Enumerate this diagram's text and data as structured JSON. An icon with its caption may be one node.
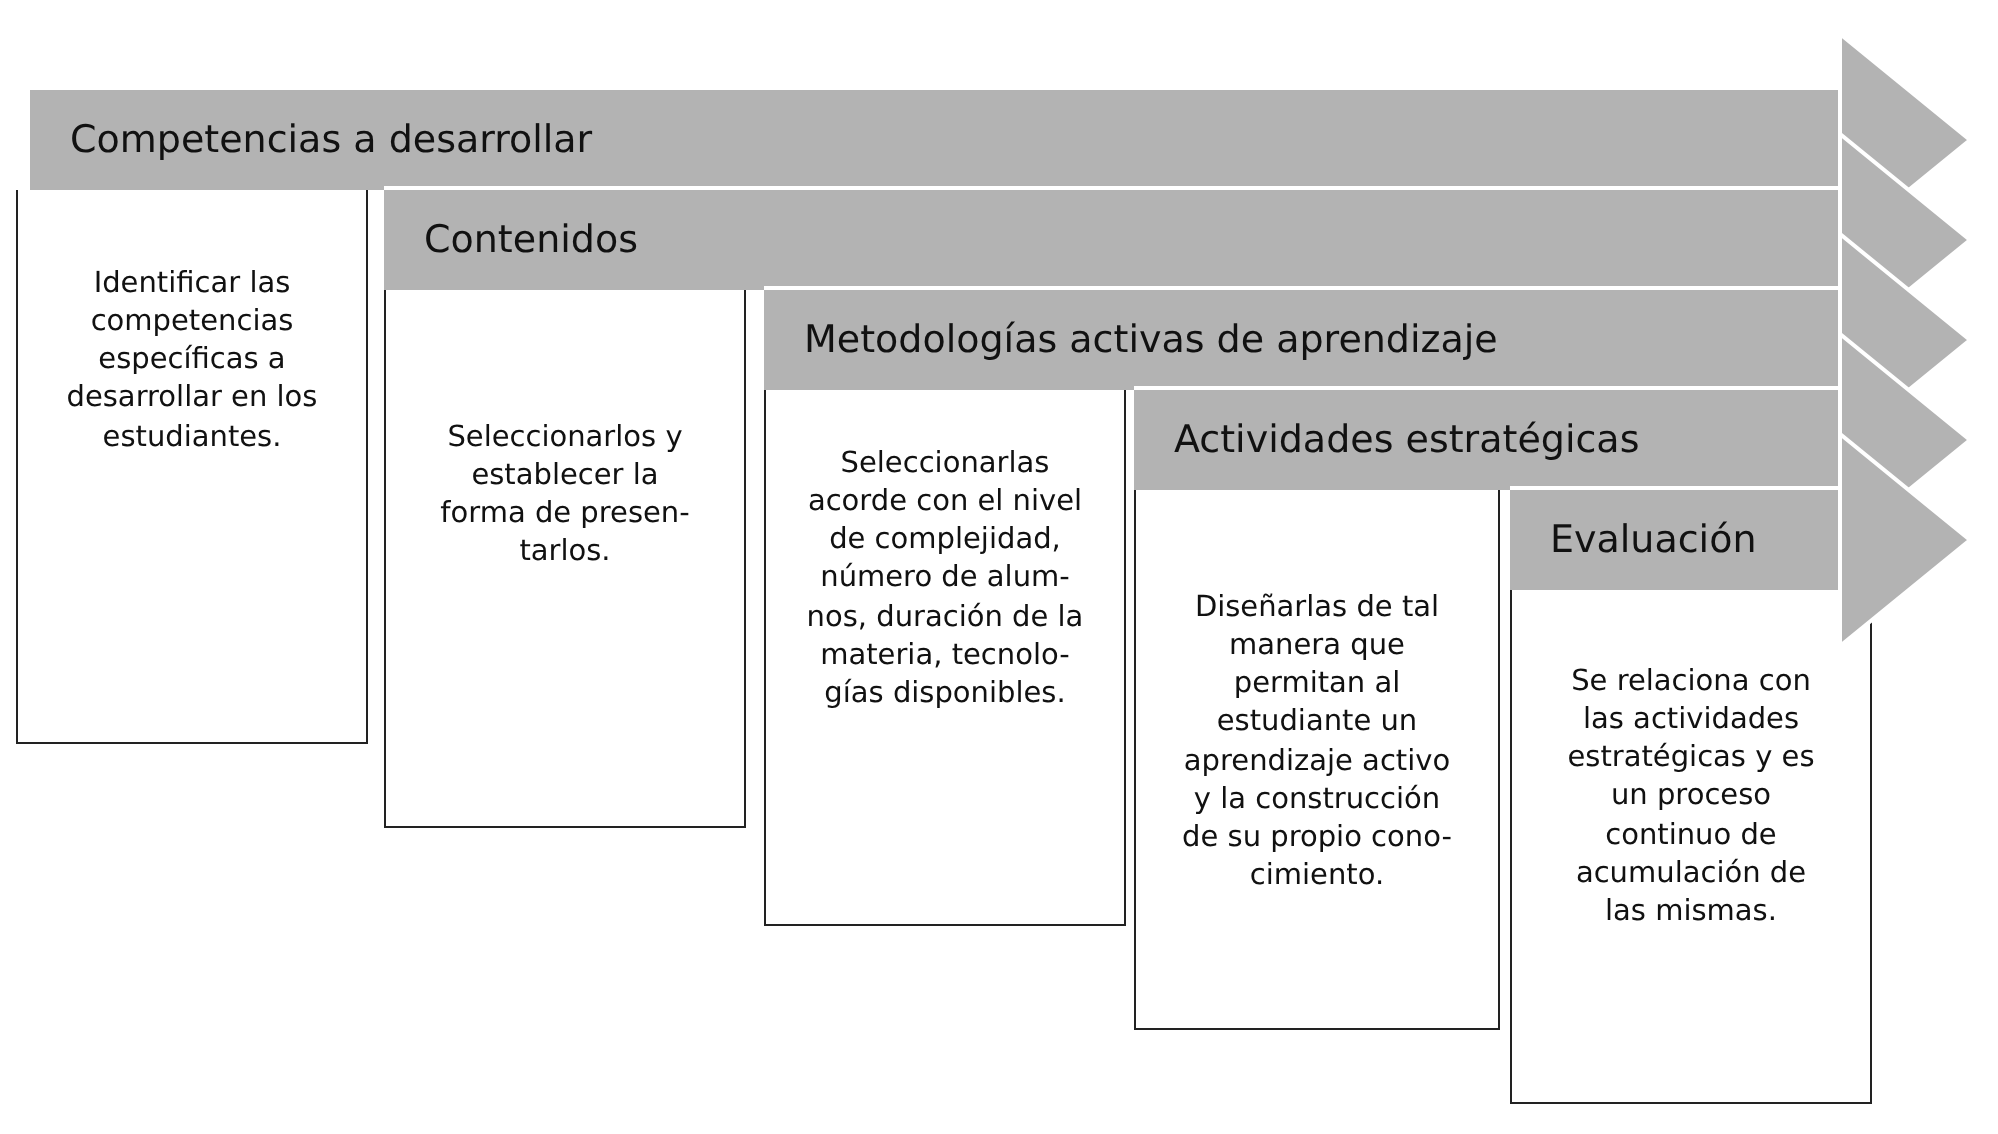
{
  "diagram": {
    "nodes": [
      {
        "text": [
          "Competencias a desarrollar"
        ]
      },
      {
        "text": [
          "Identificar las competencias específicas a desarrollar en los estudiantes."
        ]
      },
      {
        "text": [
          "Contenidos"
        ]
      },
      {
        "text": [
          "Seleccionarlos y establecer la forma de presen-tarlos."
        ]
      },
      {
        "text": [
          "Metodologías activas de aprendizaje"
        ]
      },
      {
        "text": [
          "Seleccionarlas acorde con el nivel de complejidad, número de alum-nos, duración de la materia, tecnolo-gías disponibles."
        ]
      },
      {
        "text": [
          "Actividades estratégicas"
        ]
      },
      {
        "text": [
          "Diseñarlas de tal manera que permitan al estudiante un aprendizaje activo y la construcción de su propio cono-cimiento."
        ]
      },
      {
        "text": [
          "Evaluación"
        ]
      },
      {
        "text": [
          "Se relaciona con las actividades estratégicas y es un proceso continuo de acumulación de las mismas."
        ]
      }
    ]
  }
}
